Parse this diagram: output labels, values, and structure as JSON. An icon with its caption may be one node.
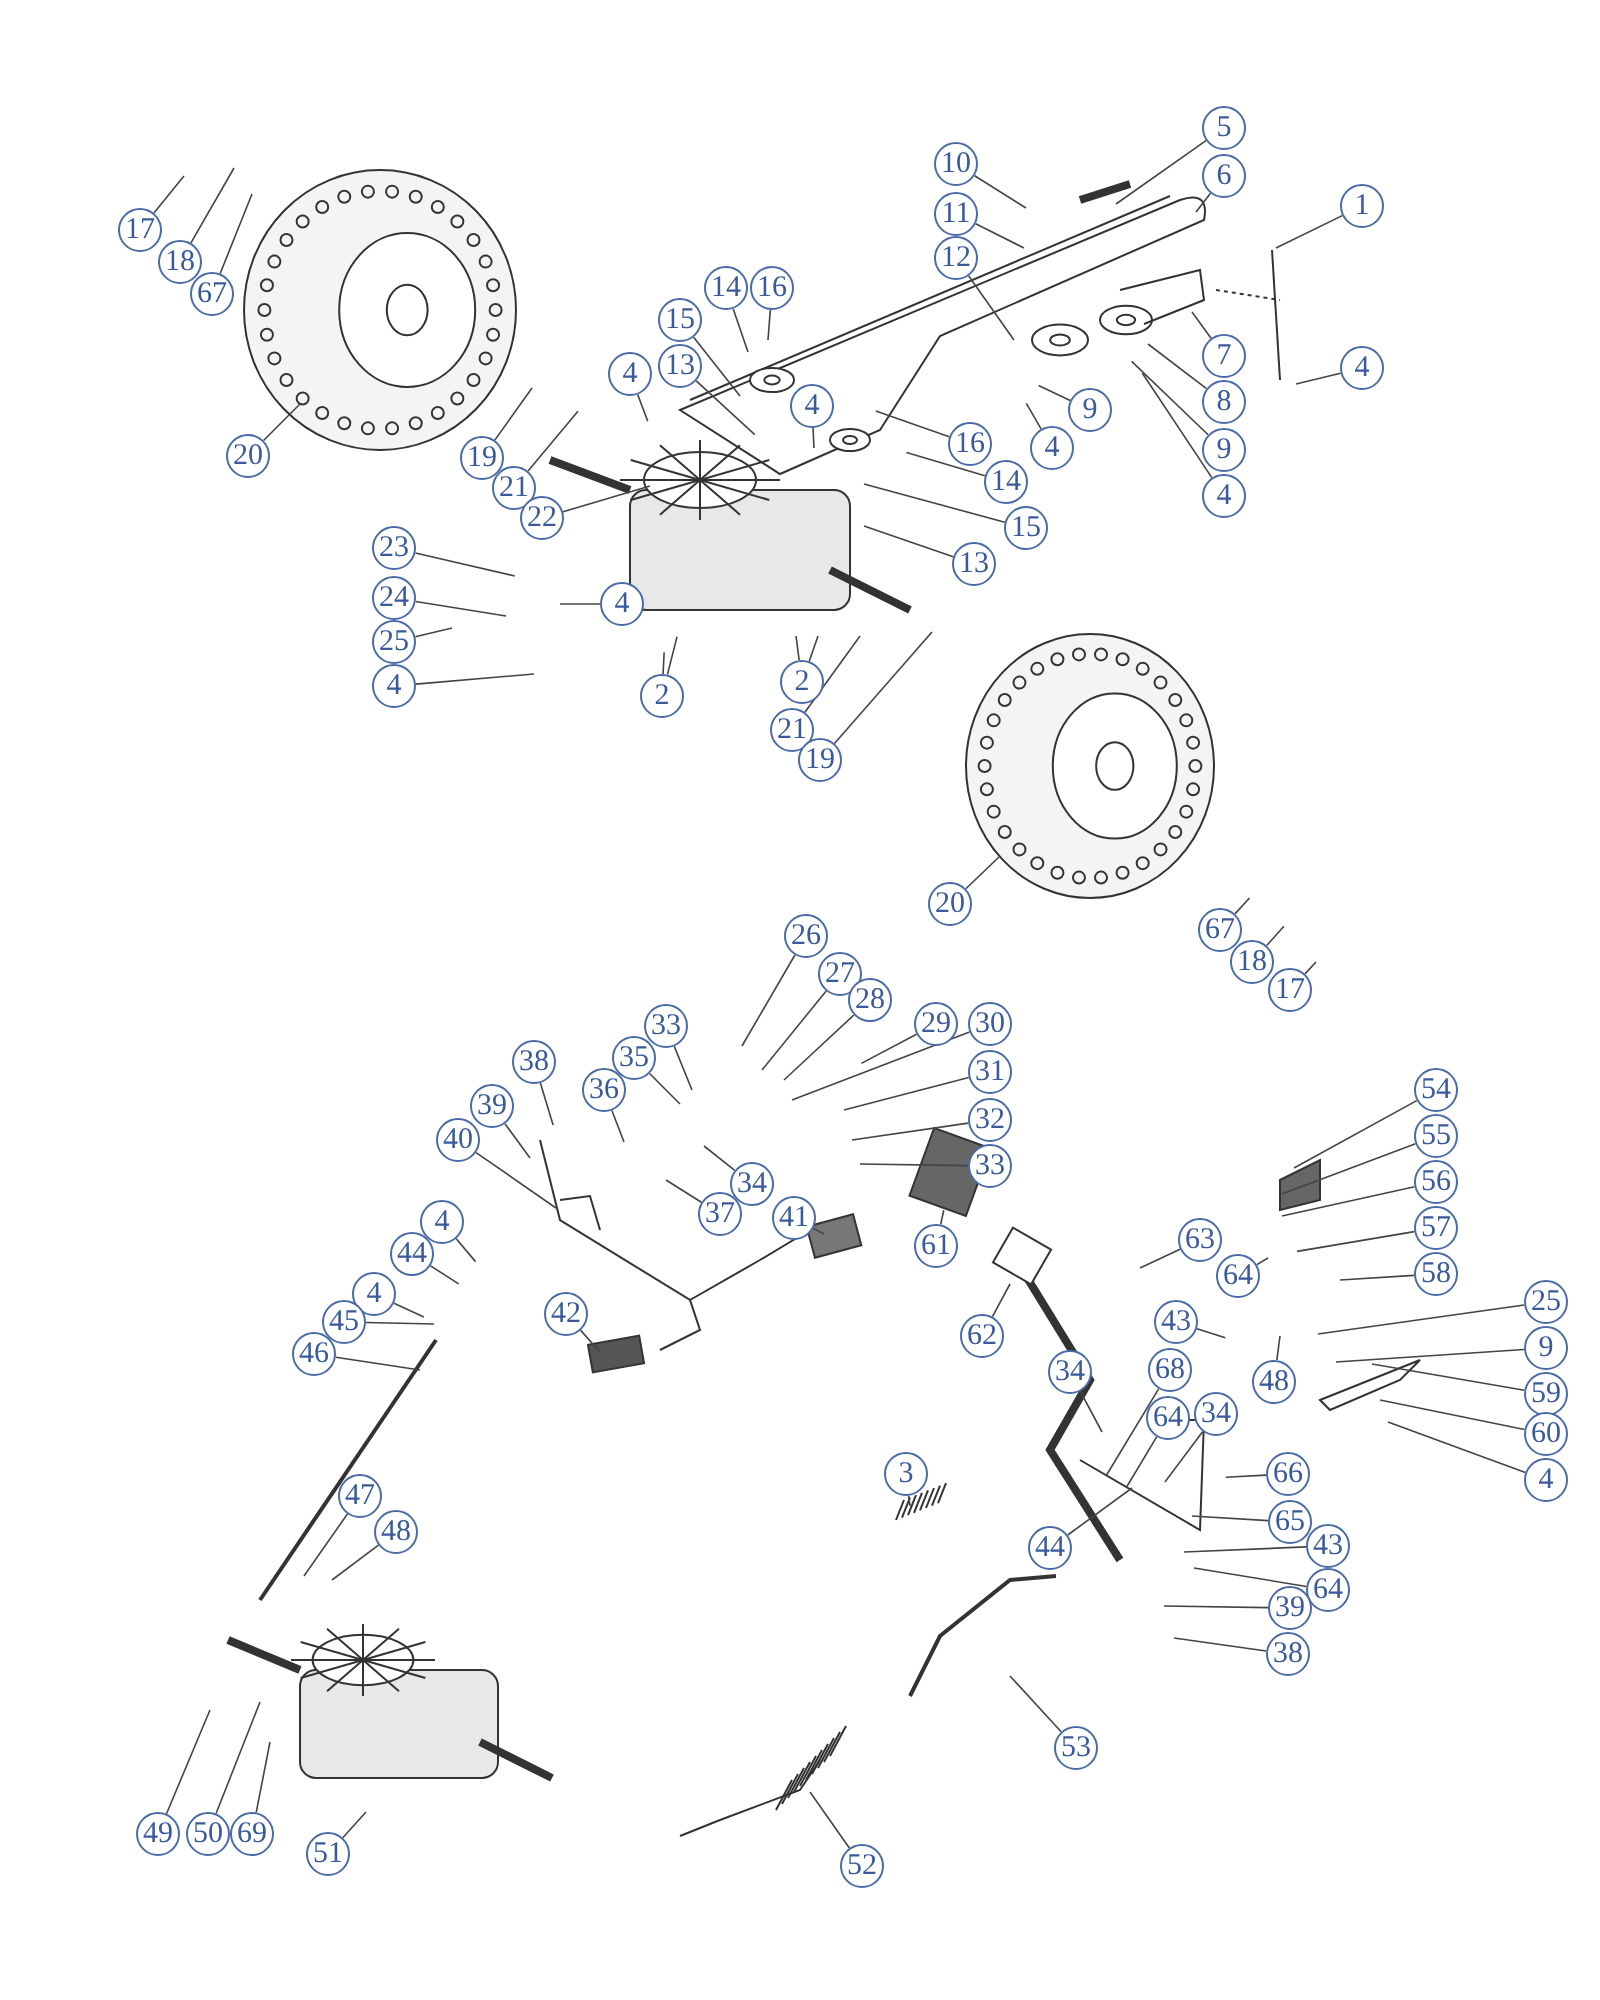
{
  "diagram": {
    "nodes": [
      {
        "text": [
          "5"
        ]
      },
      {
        "text": [
          "10"
        ]
      },
      {
        "text": [
          "6"
        ]
      },
      {
        "text": [
          "1"
        ]
      },
      {
        "text": [
          "17"
        ]
      },
      {
        "text": [
          "11"
        ]
      },
      {
        "text": [
          "18"
        ]
      },
      {
        "text": [
          "12"
        ]
      },
      {
        "text": [
          "16"
        ]
      },
      {
        "text": [
          "14"
        ]
      },
      {
        "text": [
          "67"
        ]
      },
      {
        "text": [
          "7"
        ]
      },
      {
        "text": [
          "15"
        ]
      },
      {
        "text": [
          "4"
        ]
      },
      {
        "text": [
          "13"
        ]
      },
      {
        "text": [
          "8"
        ]
      },
      {
        "text": [
          "4"
        ]
      },
      {
        "text": [
          "4"
        ]
      },
      {
        "text": [
          "9"
        ]
      },
      {
        "text": [
          "16"
        ]
      },
      {
        "text": [
          "9"
        ]
      },
      {
        "text": [
          "20"
        ]
      },
      {
        "text": [
          "4"
        ]
      },
      {
        "text": [
          "19"
        ]
      },
      {
        "text": [
          "14"
        ]
      },
      {
        "text": [
          "4"
        ]
      },
      {
        "text": [
          "21"
        ]
      },
      {
        "text": [
          "22"
        ]
      },
      {
        "text": [
          "15"
        ]
      },
      {
        "text": [
          "13"
        ]
      },
      {
        "text": [
          "23"
        ]
      },
      {
        "text": [
          "24"
        ]
      },
      {
        "text": [
          "4"
        ]
      },
      {
        "text": [
          "25"
        ]
      },
      {
        "text": [
          "2"
        ]
      },
      {
        "text": [
          "2"
        ]
      },
      {
        "text": [
          "4"
        ]
      },
      {
        "text": [
          "21"
        ]
      },
      {
        "text": [
          "19"
        ]
      },
      {
        "text": [
          "20"
        ]
      },
      {
        "text": [
          "26"
        ]
      },
      {
        "text": [
          "67"
        ]
      },
      {
        "text": [
          "27"
        ]
      },
      {
        "text": [
          "18"
        ]
      },
      {
        "text": [
          "17"
        ]
      },
      {
        "text": [
          "28"
        ]
      },
      {
        "text": [
          "29"
        ]
      },
      {
        "text": [
          "30"
        ]
      },
      {
        "text": [
          "33"
        ]
      },
      {
        "text": [
          "35"
        ]
      },
      {
        "text": [
          "38"
        ]
      },
      {
        "text": [
          "31"
        ]
      },
      {
        "text": [
          "36"
        ]
      },
      {
        "text": [
          "54"
        ]
      },
      {
        "text": [
          "39"
        ]
      },
      {
        "text": [
          "32"
        ]
      },
      {
        "text": [
          "40"
        ]
      },
      {
        "text": [
          "55"
        ]
      },
      {
        "text": [
          "34"
        ]
      },
      {
        "text": [
          "33"
        ]
      },
      {
        "text": [
          "56"
        ]
      },
      {
        "text": [
          "37"
        ]
      },
      {
        "text": [
          "41"
        ]
      },
      {
        "text": [
          "57"
        ]
      },
      {
        "text": [
          "63"
        ]
      },
      {
        "text": [
          "4"
        ]
      },
      {
        "text": [
          "44"
        ]
      },
      {
        "text": [
          "61"
        ]
      },
      {
        "text": [
          "64"
        ]
      },
      {
        "text": [
          "4"
        ]
      },
      {
        "text": [
          "58"
        ]
      },
      {
        "text": [
          "43"
        ]
      },
      {
        "text": [
          "45"
        ]
      },
      {
        "text": [
          "62"
        ]
      },
      {
        "text": [
          "25"
        ]
      },
      {
        "text": [
          "42"
        ]
      },
      {
        "text": [
          "48"
        ]
      },
      {
        "text": [
          "9"
        ]
      },
      {
        "text": [
          "46"
        ]
      },
      {
        "text": [
          "68"
        ]
      },
      {
        "text": [
          "59"
        ]
      },
      {
        "text": [
          "34"
        ]
      },
      {
        "text": [
          "64"
        ]
      },
      {
        "text": [
          "34"
        ]
      },
      {
        "text": [
          "60"
        ]
      },
      {
        "text": [
          "4"
        ]
      },
      {
        "text": [
          "3"
        ]
      },
      {
        "text": [
          "66"
        ]
      },
      {
        "text": [
          "44"
        ]
      },
      {
        "text": [
          "65"
        ]
      },
      {
        "text": [
          "47"
        ]
      },
      {
        "text": [
          "43"
        ]
      },
      {
        "text": [
          "48"
        ]
      },
      {
        "text": [
          "64"
        ]
      },
      {
        "text": [
          "39"
        ]
      },
      {
        "text": [
          "38"
        ]
      },
      {
        "text": [
          "53"
        ]
      },
      {
        "text": [
          "49"
        ]
      },
      {
        "text": [
          "50"
        ]
      },
      {
        "text": [
          "69"
        ]
      },
      {
        "text": [
          "51"
        ]
      },
      {
        "text": [
          "52"
        ]
      }
    ],
    "edges": [
      {
        "from": 0,
        "to": null,
        "arrow": "none"
      },
      {
        "from": 1,
        "to": null,
        "arrow": "none"
      },
      {
        "from": 2,
        "to": null,
        "arrow": "none"
      },
      {
        "from": 3,
        "to": null,
        "arrow": "none"
      },
      {
        "from": 4,
        "to": null,
        "arrow": "none"
      },
      {
        "from": 5,
        "to": null,
        "arrow": "none"
      },
      {
        "from": 6,
        "to": null,
        "arrow": "none"
      },
      {
        "from": 7,
        "to": null,
        "arrow": "none"
      },
      {
        "from": 8,
        "to": null,
        "arrow": "none"
      },
      {
        "from": 9,
        "to": null,
        "arrow": "none"
      },
      {
        "from": 10,
        "to": null,
        "arrow": "none"
      },
      {
        "from": 11,
        "to": null,
        "arrow": "none"
      },
      {
        "from": 12,
        "to": null,
        "arrow": "none"
      },
      {
        "from": 13,
        "to": null,
        "arrow": "none"
      },
      {
        "from": 14,
        "to": null,
        "arrow": "none"
      },
      {
        "from": 15,
        "to": null,
        "arrow": "none"
      },
      {
        "from": 16,
        "to": null,
        "arrow": "none"
      },
      {
        "from": 17,
        "to": null,
        "arrow": "none"
      },
      {
        "from": 18,
        "to": null,
        "arrow": "none"
      },
      {
        "from": 19,
        "to": null,
        "arrow": "none"
      },
      {
        "from": 20,
        "to": null,
        "arrow": "none"
      },
      {
        "from": 21,
        "to": null,
        "arrow": "none"
      },
      {
        "from": 22,
        "to": null,
        "arrow": "none"
      },
      {
        "from": 23,
        "to": null,
        "arrow": "none"
      },
      {
        "from": 24,
        "to": null,
        "arrow": "none"
      },
      {
        "from": 25,
        "to": null,
        "arrow": "none"
      },
      {
        "from": 26,
        "to": null,
        "arrow": "none"
      },
      {
        "from": 27,
        "to": null,
        "arrow": "none"
      },
      {
        "from": 28,
        "to": null,
        "arrow": "none"
      },
      {
        "from": 29,
        "to": null,
        "arrow": "none"
      },
      {
        "from": 30,
        "to": null,
        "arrow": "none"
      },
      {
        "from": 31,
        "to": null,
        "arrow": "none"
      },
      {
        "from": 32,
        "to": null,
        "arrow": "none"
      },
      {
        "from": 33,
        "to": null,
        "arrow": "none"
      },
      {
        "from": 34,
        "to": null,
        "arrow": "none"
      },
      {
        "from": 34,
        "to": null,
        "arrow": "none"
      },
      {
        "from": 35,
        "to": null,
        "arrow": "none"
      },
      {
        "from": 35,
        "to": null,
        "arrow": "none"
      },
      {
        "from": 36,
        "to": null,
        "arrow": "none"
      },
      {
        "from": 37,
        "to": null,
        "arrow": "none"
      },
      {
        "from": 38,
        "to": null,
        "arrow": "none"
      },
      {
        "from": 39,
        "to": null,
        "arrow": "none"
      },
      {
        "from": 40,
        "to": null,
        "arrow": "none"
      },
      {
        "from": 41,
        "to": null,
        "arrow": "none"
      },
      {
        "from": 42,
        "to": null,
        "arrow": "none"
      },
      {
        "from": 43,
        "to": null,
        "arrow": "none"
      },
      {
        "from": 44,
        "to": null,
        "arrow": "none"
      },
      {
        "from": 45,
        "to": null,
        "arrow": "none"
      },
      {
        "from": 46,
        "to": null,
        "arrow": "none"
      },
      {
        "from": 47,
        "to": null,
        "arrow": "none"
      },
      {
        "from": 48,
        "to": null,
        "arrow": "none"
      },
      {
        "from": 49,
        "to": null,
        "arrow": "none"
      },
      {
        "from": 50,
        "to": null,
        "arrow": "none"
      },
      {
        "from": 51,
        "to": null,
        "arrow": "none"
      },
      {
        "from": 52,
        "to": null,
        "arrow": "none"
      },
      {
        "from": 53,
        "to": null,
        "arrow": "none"
      },
      {
        "from": 54,
        "to": null,
        "arrow": "none"
      },
      {
        "from": 55,
        "to": null,
        "arrow": "none"
      },
      {
        "from": 56,
        "to": null,
        "arrow": "none"
      },
      {
        "from": 57,
        "to": null,
        "arrow": "none"
      },
      {
        "from": 58,
        "to": null,
        "arrow": "none"
      },
      {
        "from": 59,
        "to": null,
        "arrow": "none"
      },
      {
        "from": 60,
        "to": null,
        "arrow": "none"
      },
      {
        "from": 61,
        "to": null,
        "arrow": "none"
      },
      {
        "from": 62,
        "to": null,
        "arrow": "none"
      },
      {
        "from": 63,
        "to": null,
        "arrow": "none"
      },
      {
        "from": 64,
        "to": null,
        "arrow": "none"
      },
      {
        "from": 65,
        "to": null,
        "arrow": "none"
      },
      {
        "from": 66,
        "to": null,
        "arrow": "none"
      },
      {
        "from": 67,
        "to": null,
        "arrow": "none"
      },
      {
        "from": 68,
        "to": null,
        "arrow": "none"
      },
      {
        "from": 69,
        "to": null,
        "arrow": "none"
      },
      {
        "from": 70,
        "to": null,
        "arrow": "none"
      },
      {
        "from": 71,
        "to": null,
        "arrow": "none"
      },
      {
        "from": 72,
        "to": null,
        "arrow": "none"
      },
      {
        "from": 73,
        "to": null,
        "arrow": "none"
      },
      {
        "from": 74,
        "to": null,
        "arrow": "none"
      },
      {
        "from": 75,
        "to": null,
        "arrow": "none"
      },
      {
        "from": 76,
        "to": null,
        "arrow": "none"
      },
      {
        "from": 77,
        "to": null,
        "arrow": "none"
      },
      {
        "from": 78,
        "to": null,
        "arrow": "none"
      },
      {
        "from": 79,
        "to": null,
        "arrow": "none"
      },
      {
        "from": 80,
        "to": null,
        "arrow": "none"
      },
      {
        "from": 81,
        "to": null,
        "arrow": "none"
      },
      {
        "from": 82,
        "to": null,
        "arrow": "none"
      },
      {
        "from": 83,
        "to": null,
        "arrow": "none"
      },
      {
        "from": 84,
        "to": null,
        "arrow": "none"
      },
      {
        "from": 85,
        "to": null,
        "arrow": "none"
      },
      {
        "from": 86,
        "to": null,
        "arrow": "none"
      },
      {
        "from": 87,
        "to": null,
        "arrow": "none"
      },
      {
        "from": 88,
        "to": null,
        "arrow": "none"
      },
      {
        "from": 89,
        "to": null,
        "arrow": "none"
      },
      {
        "from": 90,
        "to": null,
        "arrow": "none"
      },
      {
        "from": 91,
        "to": null,
        "arrow": "none"
      },
      {
        "from": 92,
        "to": null,
        "arrow": "none"
      },
      {
        "from": 93,
        "to": null,
        "arrow": "none"
      },
      {
        "from": 94,
        "to": null,
        "arrow": "none"
      },
      {
        "from": 95,
        "to": null,
        "arrow": "none"
      },
      {
        "from": 96,
        "to": null,
        "arrow": "none"
      },
      {
        "from": 97,
        "to": null,
        "arrow": "none"
      },
      {
        "from": 98,
        "to": null,
        "arrow": "none"
      },
      {
        "from": 99,
        "to": null,
        "arrow": "none"
      },
      {
        "from": 100,
        "to": null,
        "arrow": "none"
      },
      {
        "from": 101,
        "to": null,
        "arrow": "none"
      }
    ]
  }
}
